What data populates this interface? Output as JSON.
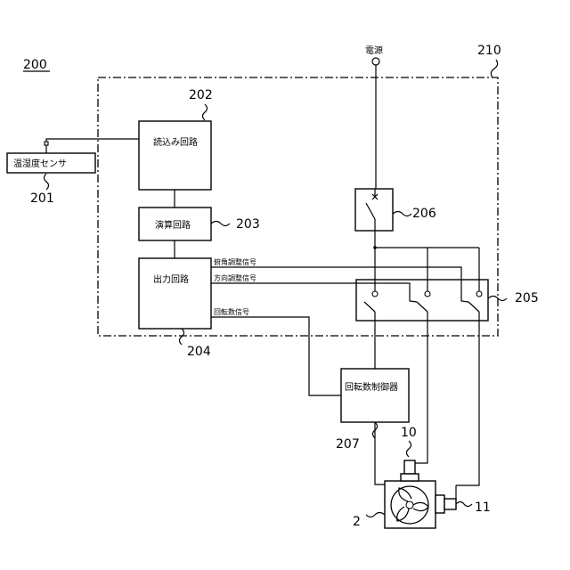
{
  "figure": {
    "device_ref": "200",
    "enclosure_ref": "210",
    "power": "電源",
    "sensor": {
      "label": "温湿度センサ",
      "ref": "201"
    },
    "read_circuit": {
      "label": "読込み回路",
      "ref": "202"
    },
    "calc_circuit": {
      "label": "演算回路",
      "ref": "203"
    },
    "output_circuit": {
      "label": "出力回路",
      "ref": "204"
    },
    "switch_ref": "206",
    "relay_ref": "205",
    "speed_controller": {
      "label": "回転数制御器",
      "ref": "207"
    },
    "signals": {
      "tilt": "俯角調整信号",
      "direction": "方向調整信号",
      "speed": "回転数信号"
    },
    "fan_ref": "2",
    "motor_10_ref": "10",
    "motor_11_ref": "11"
  }
}
